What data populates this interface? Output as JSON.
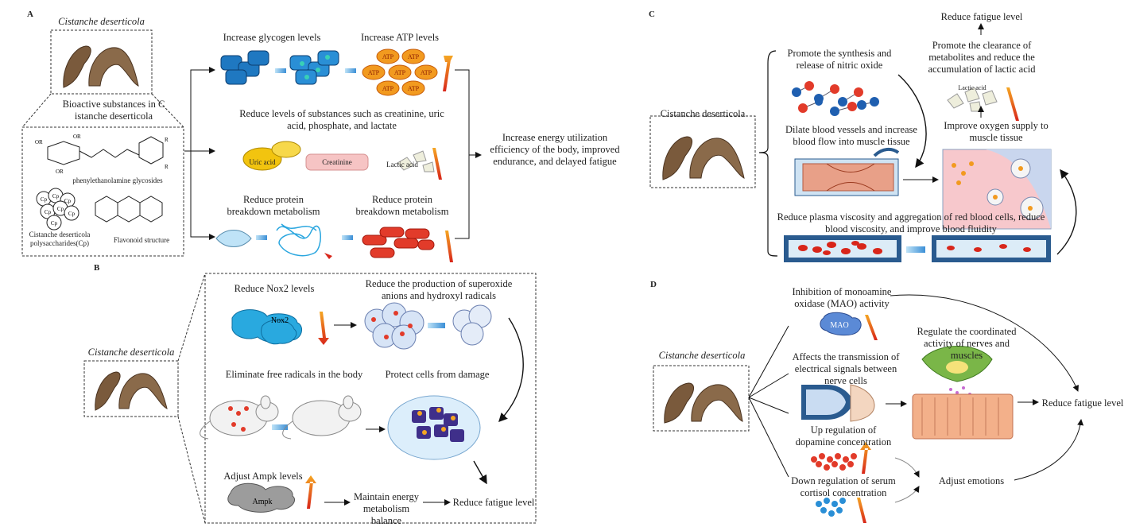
{
  "colors": {
    "cell_blue": "#1f78c1",
    "atp_orange": "#f29a1f",
    "uric_yellow": "#f2c40f",
    "creatinine_pink": "#f6c4c4",
    "muscle_red": "#e23b2a",
    "arrow_red": "#e8341c",
    "nox_cyan": "#29a9df",
    "neuron_green": "#7ab648",
    "vessel_blue": "#2a5b8f"
  },
  "panelA": {
    "label": "A",
    "plant_name": "Cistanche deserticola",
    "bioactive_title": "Bioactive substances in C istanche deserticola",
    "compound_glycosides": "phenylethanolamine glycosides",
    "compound_polysaccharides": "Cistanche deserticola polysaccharides(Cp)",
    "compound_flavonoid": "Flavonoid structure",
    "glycogen": "Increase glycogen levels",
    "atp": "Increase ATP levels",
    "atp_token": "ATP",
    "reduce_substances": "Reduce levels of substances such as creatinine, uric acid, phosphate, and lactate",
    "uric_acid": "Uric acid",
    "creatinine": "Creatinine",
    "lactic_acid": "Lactic acid",
    "protein1": "Reduce protein breakdown metabolism",
    "protein2": "Reduce protein breakdown metabolism",
    "result": "Increase energy utilization efficiency of the body, improved endurance, and delayed fatigue",
    "ring_tokens": {
      "cp": "Cp",
      "or1": "OR",
      "or2": "OR",
      "or3": "OR",
      "r1": "R",
      "r2": "R"
    }
  },
  "panelB": {
    "label": "B",
    "plant_name": "Cistanche deserticola",
    "nox2": "Reduce Nox2 levels",
    "nox2_token": "Nox2",
    "superoxide": "Reduce the production of superoxide anions and hydroxyl radicals",
    "free_radicals": "Eliminate free radicals in the body",
    "protect": "Protect cells from damage",
    "ampk": "Adjust Ampk levels",
    "ampk_token": "Ampk",
    "energy_balance": "Maintain energy metabolism balance",
    "fatigue": "Reduce fatigue level"
  },
  "panelC": {
    "label": "C",
    "plant_name": "Cistanche deserticola",
    "no_synthesis": "Promote the synthesis and release of nitric oxide",
    "fatigue": "Reduce fatigue level",
    "clearance": "Promote the clearance of metabolites and reduce the accumulation of lactic acid",
    "lactic_acid": "Lactic acid",
    "dilate": "Dilate blood vessels and increase blood flow into muscle tissue",
    "oxygen": "Improve oxygen supply to muscle tissue",
    "viscosity": "Reduce plasma viscosity and aggregation of red blood cells, reduce blood viscosity, and improve blood fluidity"
  },
  "panelD": {
    "label": "D",
    "plant_name": "Cistanche deserticola",
    "mao": "Inhibition of monoamine oxidase (MAO) activity",
    "mao_token": "MAO",
    "coordinated": "Regulate the coordinated activity of nerves and muscles",
    "signals": "Affects the transmission of electrical signals between nerve cells",
    "fatigue": "Reduce fatigue level",
    "dopamine": "Up regulation of dopamine concentration",
    "cortisol": "Down regulation of serum cortisol concentration",
    "emotions": "Adjust emotions"
  }
}
